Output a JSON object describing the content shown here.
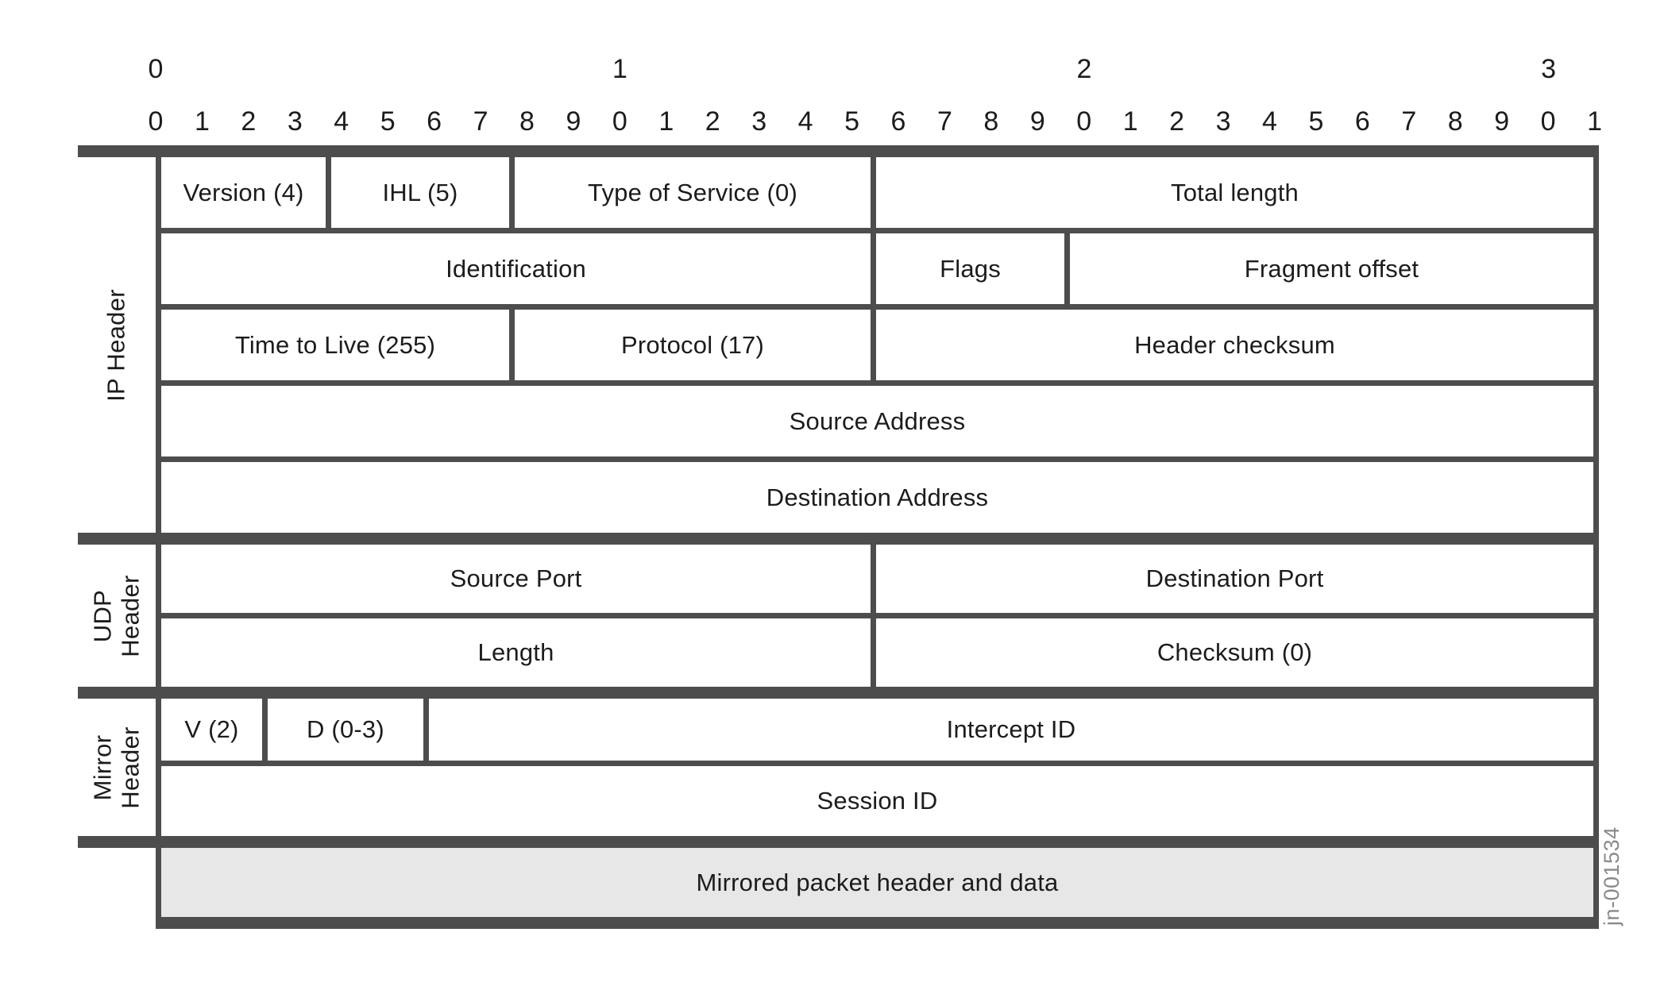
{
  "ruler": {
    "tens": [
      "0",
      "1",
      "2",
      "3"
    ],
    "units": [
      "0",
      "1",
      "2",
      "3",
      "4",
      "5",
      "6",
      "7",
      "8",
      "9",
      "0",
      "1",
      "2",
      "3",
      "4",
      "5",
      "6",
      "7",
      "8",
      "9",
      "0",
      "1",
      "2",
      "3",
      "4",
      "5",
      "6",
      "7",
      "8",
      "9",
      "0",
      "1"
    ]
  },
  "sections": [
    {
      "label": "IP Header",
      "rows": [
        {
          "cells": [
            {
              "label": "Version (4)"
            },
            {
              "label": "IHL (5)"
            },
            {
              "label": "Type of Service (0)"
            },
            {
              "label": "Total length"
            }
          ]
        },
        {
          "cells": [
            {
              "label": "Identification"
            },
            {
              "label": "Flags"
            },
            {
              "label": "Fragment offset"
            }
          ]
        },
        {
          "cells": [
            {
              "label": "Time to Live (255)"
            },
            {
              "label": "Protocol (17)"
            },
            {
              "label": "Header checksum"
            }
          ]
        },
        {
          "cells": [
            {
              "label": "Source Address"
            }
          ]
        },
        {
          "cells": [
            {
              "label": "Destination Address"
            }
          ]
        }
      ]
    },
    {
      "label": "UDP Header",
      "rows": [
        {
          "cells": [
            {
              "label": "Source Port"
            },
            {
              "label": "Destination Port"
            }
          ]
        },
        {
          "cells": [
            {
              "label": "Length"
            },
            {
              "label": "Checksum (0)"
            }
          ]
        }
      ]
    },
    {
      "label": "Mirror Header",
      "rows": [
        {
          "cells": [
            {
              "label": "V (2)"
            },
            {
              "label": "D (0-3)"
            },
            {
              "label": "Intercept ID"
            }
          ]
        },
        {
          "cells": [
            {
              "label": "Session ID"
            }
          ]
        }
      ]
    }
  ],
  "payload_row": {
    "label": "Mirrored packet header and data"
  },
  "figure_id": "jn-001534",
  "colors": {
    "line": "#4d4d4d",
    "payload_fill": "#e7e7e7",
    "text": "#1c1c1c",
    "figure_id_text": "#8a8a8a"
  }
}
